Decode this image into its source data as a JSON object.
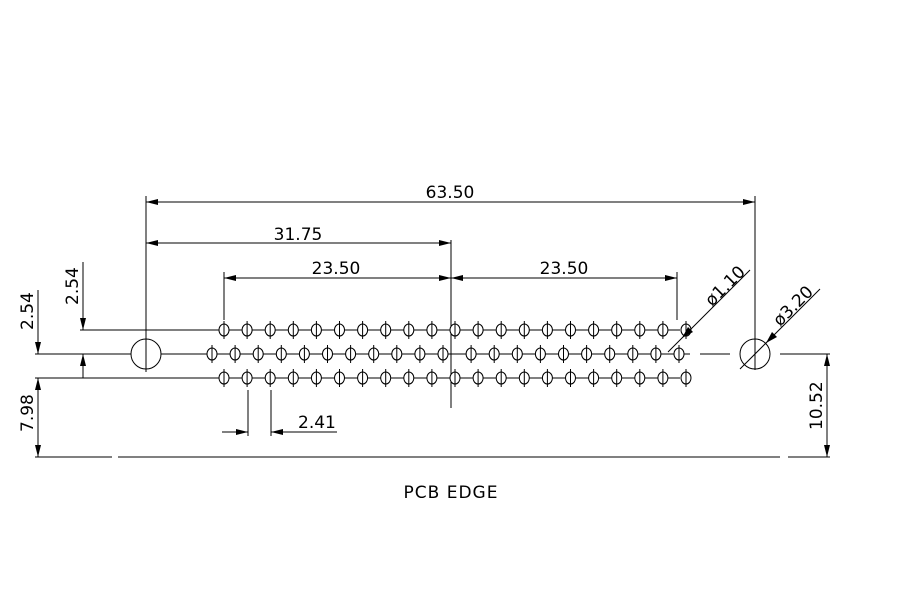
{
  "dimensions": {
    "overall_width": "63.50",
    "to_center": "31.75",
    "left_span": "23.50",
    "right_span": "23.50",
    "pitch": "2.41",
    "row_pitch": "2.54",
    "row_offset": "2.54",
    "bottom_to_edge": "7.98",
    "center_to_edge": "10.52",
    "small_hole_dia": "ø1.10",
    "mount_hole_dia": "ø3.20"
  },
  "labels": {
    "pcb_edge": "PCB  EDGE"
  },
  "pin_rows": {
    "top_count": 21,
    "middle_count": 21,
    "bottom_count": 21
  }
}
